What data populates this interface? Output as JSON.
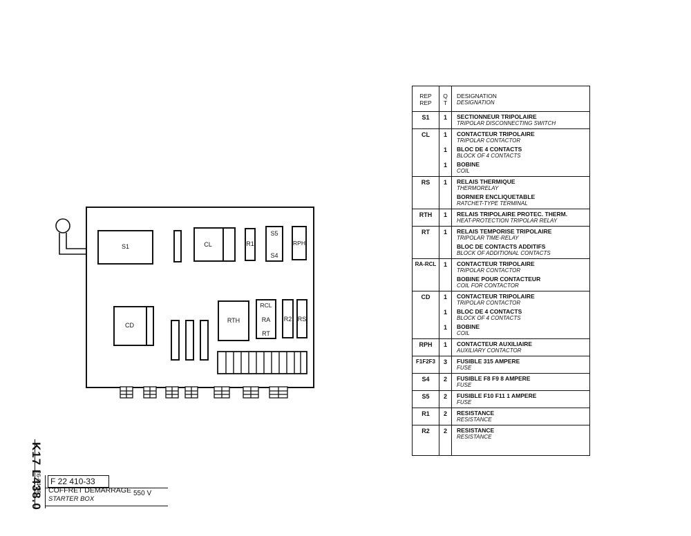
{
  "diagram": {
    "components": {
      "s1": "S1",
      "cl": "CL",
      "r1": "R1",
      "s5": "S5",
      "s4": "S4",
      "rph": "RPH",
      "cd": "CD",
      "rth": "RTH",
      "rcl": "RCL",
      "ra": "RA",
      "rt": "RT",
      "r2": "R2",
      "rs": "RS"
    }
  },
  "parts_table": {
    "headers": {
      "rep_fr": "REP",
      "rep_en": "REP",
      "qt_q": "Q",
      "qt_t": "T",
      "des_fr": "DESIGNATION",
      "des_en": "DESIGNATION"
    },
    "rows": [
      {
        "rep": "S1",
        "items": [
          {
            "qt": "1",
            "fr": "SECTIONNEUR TRIPOLAIRE",
            "en": "TRIPOLAR DISCONNECTING SWITCH"
          }
        ]
      },
      {
        "rep": "CL",
        "items": [
          {
            "qt": "1",
            "fr": "CONTACTEUR TRIPOLAIRE",
            "en": "TRIPOLAR CONTACTOR"
          },
          {
            "qt": "1",
            "fr": "BLOC DE 4 CONTACTS",
            "en": "BLOCK OF 4 CONTACTS"
          },
          {
            "qt": "1",
            "fr": "BOBINE",
            "en": "COIL"
          }
        ]
      },
      {
        "rep": "RS",
        "items": [
          {
            "qt": "1",
            "fr": "RELAIS THERMIQUE",
            "en": "THERMORELAY"
          },
          {
            "qt": "",
            "fr": "BORNIER ENCLIQUETABLE",
            "en": "RATCHET-TYPE TERMINAL"
          }
        ]
      },
      {
        "rep": "RTH",
        "items": [
          {
            "qt": "1",
            "fr": "RELAIS TRIPOLAIRE PROTEC. THERM.",
            "en": "HEAT-PROTECTION TRIPOLAR RELAY"
          }
        ]
      },
      {
        "rep": "RT",
        "items": [
          {
            "qt": "1",
            "fr": "RELAIS TEMPORISE TRIPOLAIRE",
            "en": "TRIPOLAR TIME-RELAY"
          },
          {
            "qt": "",
            "fr": "BLOC DE CONTACTS ADDITIFS",
            "en": "BLOCK OF ADDITIONAL CONTACTS"
          }
        ]
      },
      {
        "rep": "RA-RCL",
        "items": [
          {
            "qt": "1",
            "fr": "CONTACTEUR TRIPOLAIRE",
            "en": "TRIPOLAR CONTACTOR"
          },
          {
            "qt": "",
            "fr": "BOBINE POUR CONTACTEUR",
            "en": "COIL FOR CONTACTOR"
          }
        ]
      },
      {
        "rep": "CD",
        "items": [
          {
            "qt": "1",
            "fr": "CONTACTEUR TRIPOLAIRE",
            "en": "TRIPOLAR CONTACTOR"
          },
          {
            "qt": "1",
            "fr": "BLOC DE 4 CONTACTS",
            "en": "BLOCK OF 4 CONTACTS"
          },
          {
            "qt": "1",
            "fr": "BOBINE",
            "en": "COIL"
          }
        ]
      },
      {
        "rep": "RPH",
        "items": [
          {
            "qt": "1",
            "fr": "CONTACTEUR AUXILIAIRE",
            "en": "AUXILIARY CONTACTOR"
          }
        ]
      },
      {
        "rep": "F1F2F3",
        "items": [
          {
            "qt": "3",
            "fr": "FUSIBLE 315 AMPERE",
            "en": "FUSE"
          }
        ]
      },
      {
        "rep": "S4",
        "items": [
          {
            "qt": "2",
            "fr": "FUSIBLE F8 F9 8 AMPERE",
            "en": "FUSE"
          }
        ]
      },
      {
        "rep": "S5",
        "items": [
          {
            "qt": "2",
            "fr": "FUSIBLE F10 F11 1 AMPERE",
            "en": "FUSE"
          }
        ]
      },
      {
        "rep": "R1",
        "items": [
          {
            "qt": "2",
            "fr": "RESISTANCE",
            "en": "RESISTANCE"
          }
        ]
      },
      {
        "rep": "R2",
        "items": [
          {
            "qt": "2",
            "fr": "RESISTANCE",
            "en": "RESISTANCE"
          }
        ]
      }
    ]
  },
  "title_block": {
    "code_vertical": "K17 L438.0",
    "date": "26-04-88",
    "ref": "F 22 410-33",
    "title_fr": "COFFRET DEMARRAGE",
    "title_en": "STARTER BOX",
    "voltage": "550 V"
  }
}
